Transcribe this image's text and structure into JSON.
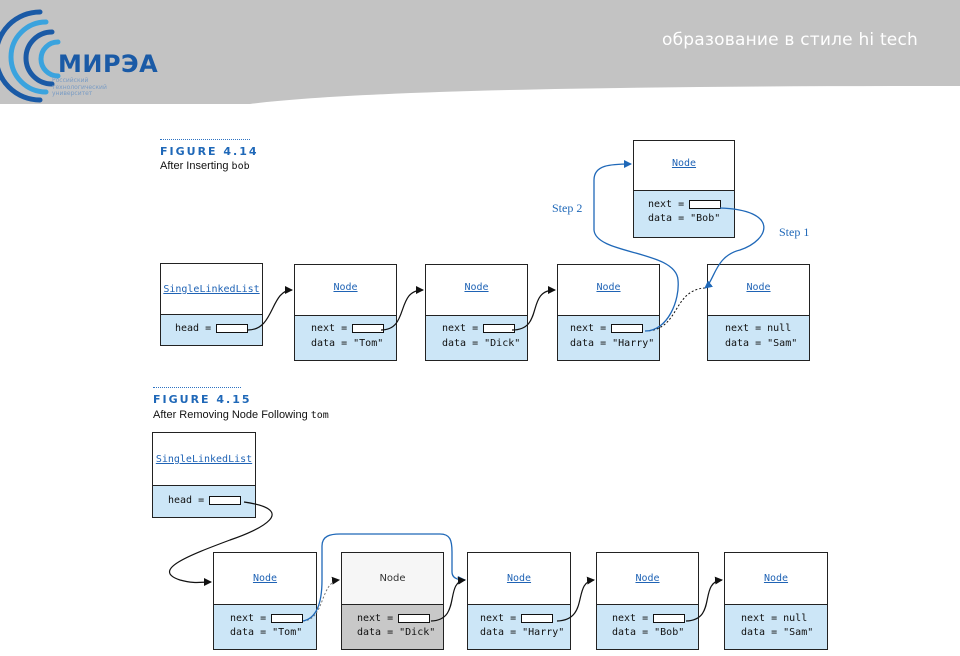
{
  "header": {
    "slogan": "образование в стиле hi tech",
    "logo_text": "МИРЭА",
    "logo_subtitle": [
      "Российский",
      "технологический",
      "университет"
    ],
    "brand_color": "#1a5aa6"
  },
  "figure_14": {
    "number": "FIGURE 4.14",
    "caption_prefix": "After Inserting ",
    "caption_code": "bob",
    "list_title": "SingleLinkedList",
    "head_label": "head =",
    "nodes": [
      {
        "title": "Node",
        "next": "next =",
        "data": "data = \"Tom\""
      },
      {
        "title": "Node",
        "next": "next =",
        "data": "data = \"Dick\""
      },
      {
        "title": "Node",
        "next": "next =",
        "data": "data = \"Harry\""
      },
      {
        "title": "Node",
        "next": "next = null",
        "data": "data = \"Sam\""
      }
    ],
    "inserted_node": {
      "title": "Node",
      "next": "next =",
      "data": "data = \"Bob\""
    },
    "step_1": "Step 1",
    "step_2": "Step 2"
  },
  "figure_15": {
    "number": "FIGURE 4.15",
    "caption_prefix": "After Removing Node Following ",
    "caption_code": "tom",
    "list_title": "SingleLinkedList",
    "head_label": "head =",
    "nodes": [
      {
        "title": "Node",
        "next": "next =",
        "data": "data = \"Tom\""
      },
      {
        "title": "Node",
        "next": "next =",
        "data": "data = \"Dick\""
      },
      {
        "title": "Node",
        "next": "next =",
        "data": "data = \"Harry\""
      },
      {
        "title": "Node",
        "next": "next =",
        "data": "data = \"Bob\""
      },
      {
        "title": "Node",
        "next": "next = null",
        "data": "data = \"Sam\""
      }
    ]
  },
  "colors": {
    "accent_blue": "#1f68b8",
    "field_fill": "#cce6f7",
    "removed_fill": "#c8c8c8"
  }
}
